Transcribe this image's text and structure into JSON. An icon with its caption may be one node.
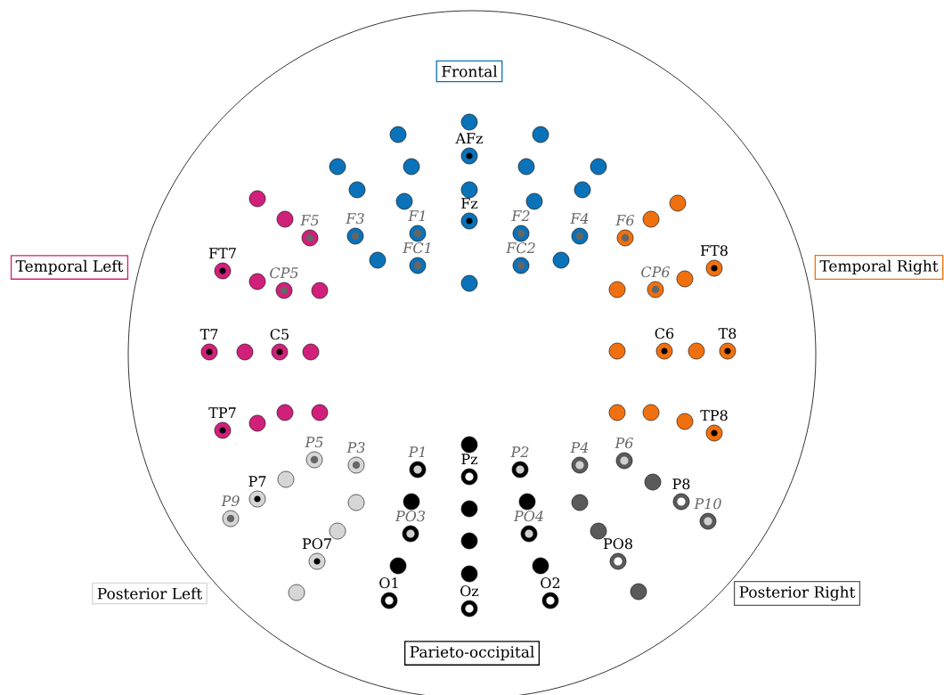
{
  "diagram": {
    "nodes": [
      {
        "text": [
          "Frontal"
        ]
      },
      {
        "text": [
          "Temporal Left"
        ]
      },
      {
        "text": [
          "Temporal Right"
        ]
      },
      {
        "text": [
          "Posterior Left"
        ]
      },
      {
        "text": [
          "Posterior Right"
        ]
      },
      {
        "text": [
          "Parieto-occipital"
        ]
      }
    ],
    "labels": [
      "AFz",
      "Fz",
      "F5",
      "F3",
      "F1",
      "F2",
      "F4",
      "F6",
      "FT7",
      "FC1",
      "FC2",
      "FT8",
      "CP5",
      "CP6",
      "T7",
      "C5",
      "C6",
      "T8",
      "TP7",
      "TP8",
      "P5",
      "P3",
      "P1",
      "P2",
      "P4",
      "P6",
      "Pz",
      "P7",
      "P8",
      "P9",
      "P10",
      "PO3",
      "PO4",
      "PO7",
      "PO8",
      "O1",
      "O2",
      "Oz"
    ]
  }
}
